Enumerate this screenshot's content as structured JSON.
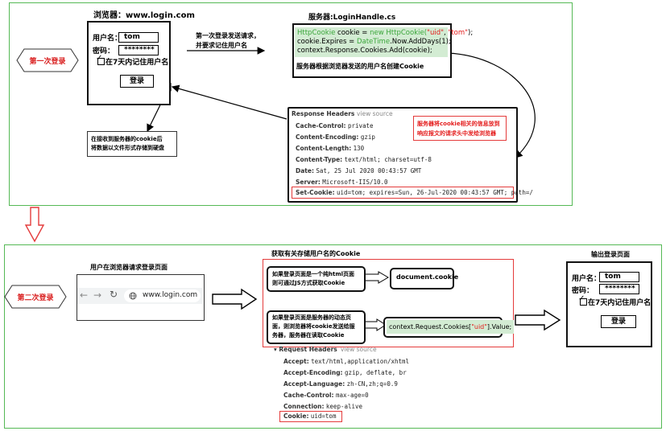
{
  "panel1": {
    "label": "第一次登录",
    "browser": {
      "title": "浏览器：www.login.com",
      "username_label": "用户名：",
      "username_value": "tom",
      "password_label": "密码：",
      "password_value": "********",
      "remember_label": "在7天内记住用户名",
      "login_button": "登录"
    },
    "request_note": [
      "第一次登录发送请求，",
      "并要求记住用户名"
    ],
    "storage_note": [
      "在接收到服务器的cookie后",
      "将数据以文件形式存储到硬盘"
    ],
    "server": {
      "title": "服务器:LoginHandle.cs",
      "code_line1": {
        "a": "HttpCookie",
        "b": " cookie = ",
        "c": "new HttpCookie(",
        "d": "\"uid\"",
        "e": ", ",
        "f": "\"tom\"",
        "g": ");"
      },
      "code_line2": {
        "a": "cookie.Expires = ",
        "b": "DateTime",
        "c": ".Now.AddDays(1);"
      },
      "code_line3": "context.Response.Cookies.Add(cookie);",
      "note": "服务器根据浏览器发送的用户名创建Cookie"
    },
    "response": {
      "title": "Response Headers",
      "view_source": "view source",
      "headers": [
        {
          "key": "Cache-Control:",
          "value": "private"
        },
        {
          "key": "Content-Encoding:",
          "value": "gzip"
        },
        {
          "key": "Content-Length:",
          "value": "130"
        },
        {
          "key": "Content-Type:",
          "value": "text/html; charset=utf-8"
        },
        {
          "key": "Date:",
          "value": "Sat, 25 Jul 2020 00:43:57 GMT"
        },
        {
          "key": "Server:",
          "value": "Microsoft-IIS/10.0"
        }
      ],
      "set_cookie_key": "Set-Cookie:",
      "set_cookie_value": "uid=tom; expires=Sun, 26-Jul-2020 00:43:57 GMT; path=/",
      "callout": [
        "服务器将cookie相关的信息放到",
        "响应报文的请求头中发给浏览器"
      ]
    }
  },
  "panel2": {
    "label": "第二次登录",
    "request_title": "用户在浏览器请求登录页面",
    "address_bar": "www.login.com",
    "get_title": "获取有关存储用户名的Cookie",
    "case1": [
      "如果登录页面是一个纯html页面",
      "则可通过JS方式获取Cookie"
    ],
    "case1_code": "document.cookie",
    "case2": [
      "如果登录页面是服务器的动态页",
      "面，则浏览器将cookie发送给服",
      "务器，服务器在读取Cookie"
    ],
    "case2_code": {
      "a": "context.Request.Cookies[",
      "b": "\"uid\"",
      "c": "].Value;"
    },
    "request_headers": {
      "title": "Request Headers",
      "view_source": "view source",
      "headers": [
        {
          "key": "Accept:",
          "value": "text/html,application/xhtml"
        },
        {
          "key": "Accept-Encoding:",
          "value": "gzip, deflate, br"
        },
        {
          "key": "Accept-Language:",
          "value": "zh-CN,zh;q=0.9"
        },
        {
          "key": "Cache-Control:",
          "value": "max-age=0"
        },
        {
          "key": "Connection:",
          "value": "keep-alive"
        }
      ],
      "cookie_key": "Cookie:",
      "cookie_value": "uid=tom"
    },
    "output": {
      "title": "输出登录页面",
      "username_label": "用户名：",
      "username_value": "tom",
      "password_label": "密码：",
      "password_value": "********",
      "remember_label": "在7天内记住用户名",
      "login_button": "登录"
    }
  }
}
